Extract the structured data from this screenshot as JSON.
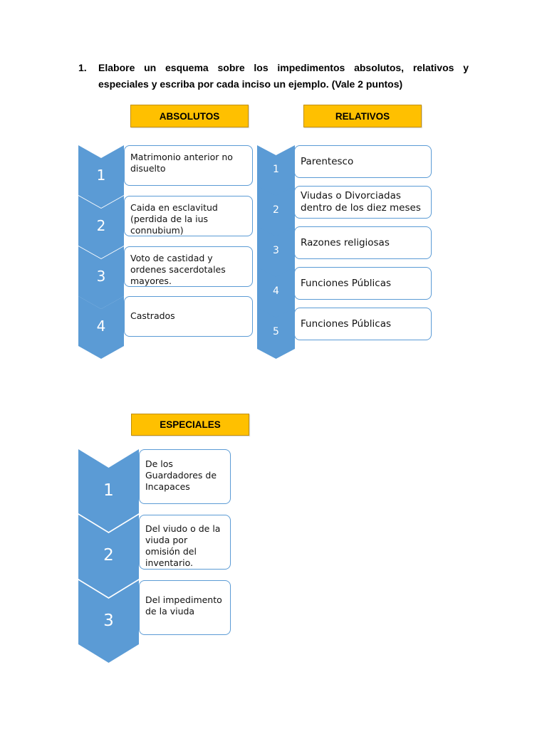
{
  "question": {
    "number": "1.",
    "text": "Elabore un esquema sobre los impedimentos absolutos, relativos y especiales y escriba por cada inciso un ejemplo. (Vale 2 puntos)"
  },
  "colors": {
    "header": "#ffc000",
    "chevron": "#5b9bd5",
    "box_border": "#5b9bd5"
  },
  "absolutos": {
    "title": "ABSOLUTOS",
    "items": [
      {
        "num": "1",
        "text": "Matrimonio anterior no disuelto"
      },
      {
        "num": "2",
        "text": "Caida en esclavitud (perdida de la ius connubium)"
      },
      {
        "num": "3",
        "text": "Voto de castidad y ordenes sacerdotales mayores."
      },
      {
        "num": "4",
        "text": "Castrados"
      }
    ]
  },
  "relativos": {
    "title": "RELATIVOS",
    "items": [
      {
        "num": "1",
        "text": "Parentesco"
      },
      {
        "num": "2",
        "text": "Viudas o Divorciadas dentro de los diez meses"
      },
      {
        "num": "3",
        "text": "Razones religiosas"
      },
      {
        "num": "4",
        "text": "Funciones Públicas"
      },
      {
        "num": "5",
        "text": "Funciones Públicas"
      }
    ]
  },
  "especiales": {
    "title": "ESPECIALES",
    "items": [
      {
        "num": "1",
        "text": "De los Guardadores de Incapaces"
      },
      {
        "num": "2",
        "text": "Del viudo o de la viuda por omisión del inventario."
      },
      {
        "num": "3",
        "text": "Del impedimento de la viuda"
      }
    ]
  }
}
